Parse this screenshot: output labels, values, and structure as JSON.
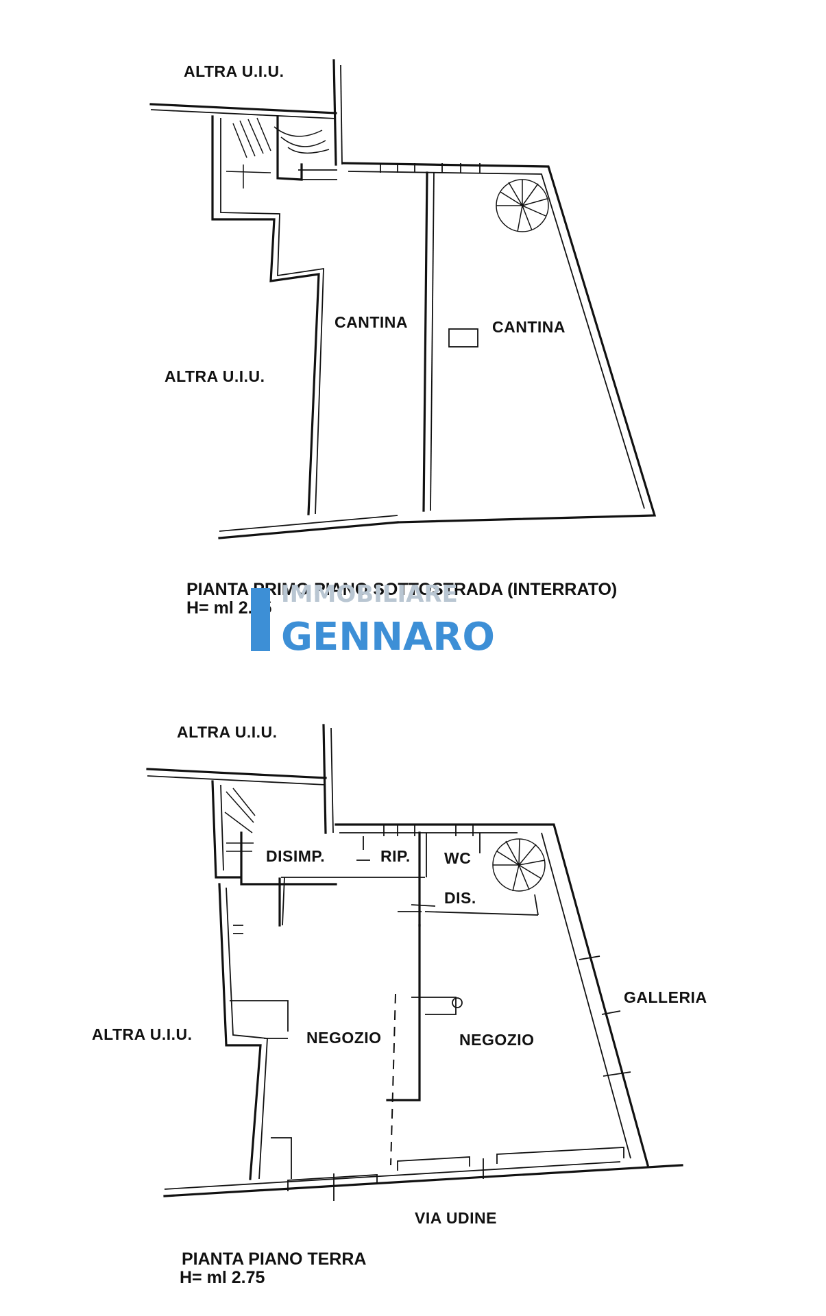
{
  "basement_plan": {
    "labels": {
      "altra_top": "ALTRA U.I.U.",
      "altra_left": "ALTRA U.I.U.",
      "cantina_1": "CANTINA",
      "cantina_2": "CANTINA"
    },
    "caption_title": "PIANTA PRIMO PIANO SOTTOSTRADA (INTERRATO)",
    "caption_height": "H= ml 2.45"
  },
  "ground_plan": {
    "labels": {
      "altra_top": "ALTRA U.I.U.",
      "altra_left": "ALTRA U.I.U.",
      "disimp": "DISIMP.",
      "rip": "RIP.",
      "wc": "WC",
      "dis": "DIS.",
      "negozio_1": "NEGOZIO",
      "negozio_2": "NEGOZIO",
      "galleria": "GALLERIA",
      "via_udine": "VIA UDINE"
    },
    "caption_title": "PIANTA PIANO TERRA",
    "caption_height": "H= ml 2.75"
  },
  "watermark": {
    "line1": "IMMOBILIARE",
    "line2": "GENNARO",
    "color": "#3d8fd6"
  }
}
